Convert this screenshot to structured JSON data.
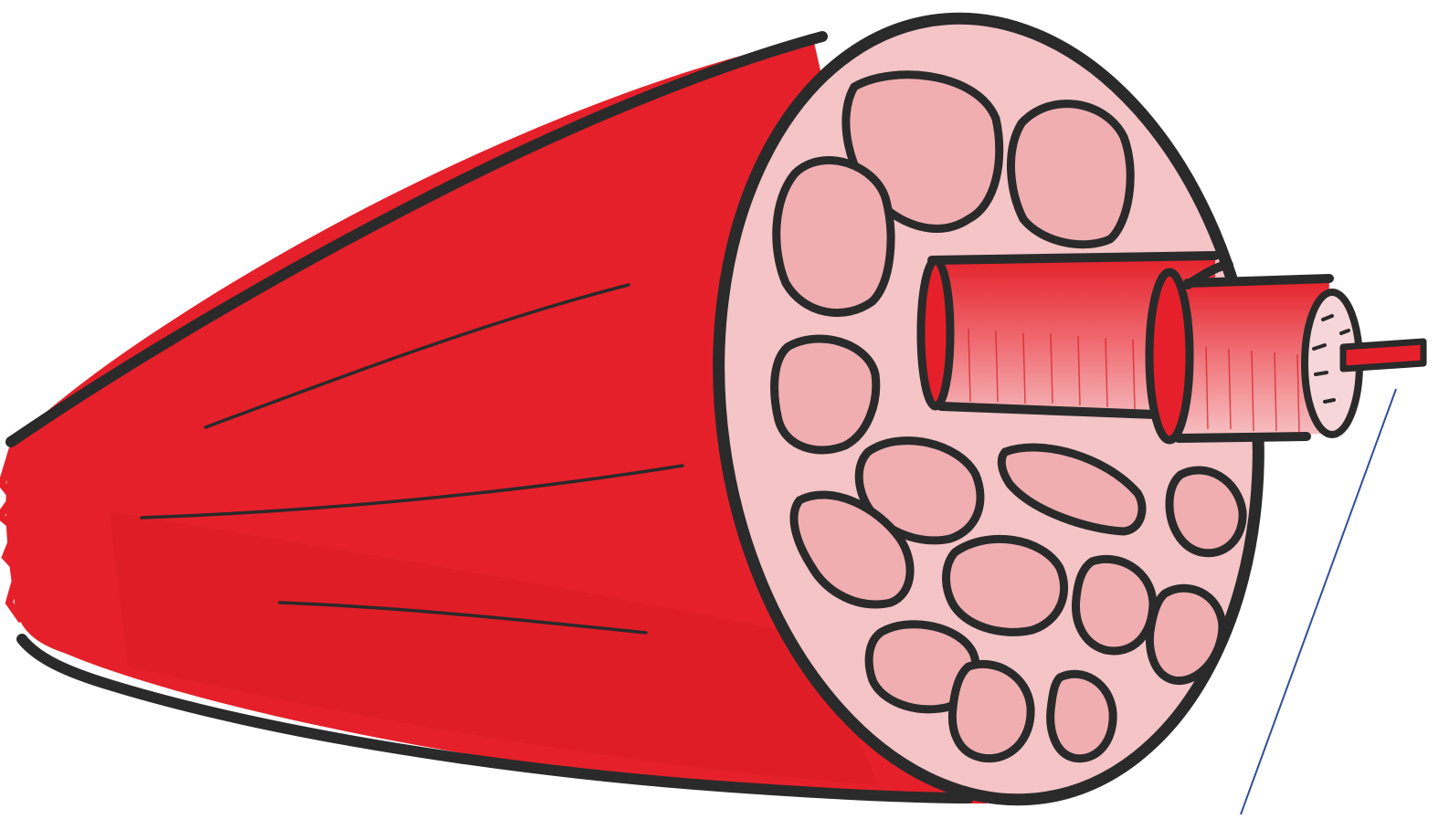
{
  "diagram": {
    "subject": "muscle-cross-section",
    "parts": [
      {
        "id": "muscle",
        "icon": "muscle-belly-icon"
      },
      {
        "id": "fascicle",
        "icon": "fascicle-icon"
      },
      {
        "id": "muscle-fiber",
        "icon": "muscle-fiber-icon"
      },
      {
        "id": "myofibril",
        "icon": "myofibril-icon"
      },
      {
        "id": "myofilament",
        "icon": "myofilament-icon"
      }
    ],
    "colors": {
      "muscle": "#e5202a",
      "muscle_dark": "#c4141c",
      "cross_section": "#f4c4c6",
      "outline": "#2a2a2a",
      "leader_line": "#2f4f9a"
    }
  }
}
